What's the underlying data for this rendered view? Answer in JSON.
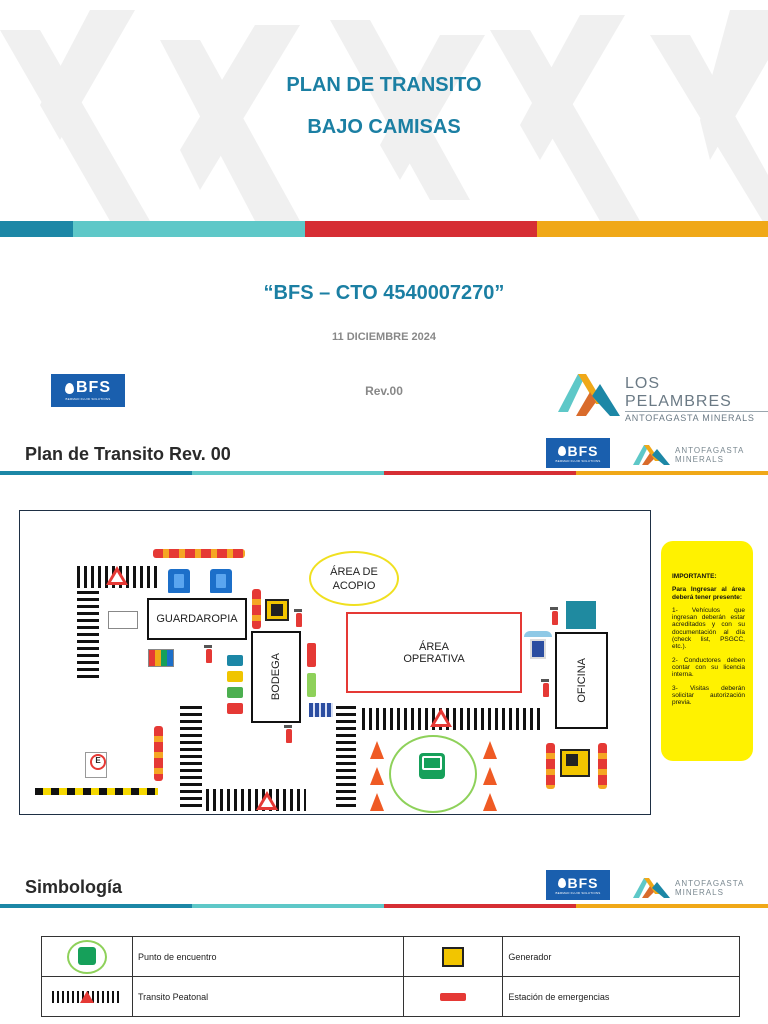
{
  "cover": {
    "title_line1": "PLAN DE TRANSITO",
    "title_line2": "BAJO CAMISAS",
    "project": "“BFS – CTO 4540007270”",
    "date": "11 DICIEMBRE 2024",
    "revision": "Rev.00"
  },
  "logos": {
    "bfs_name": "BFS",
    "bfs_sub": "BERMAD FLUID SOLUTIONS",
    "lp_name": "LOS PELAMBRES",
    "lp_sub": "ANTOFAGASTA MINERALS",
    "am_line1": "ANTOFAGASTA",
    "am_line2": "MINERALS"
  },
  "slide2": {
    "title": "Plan de Transito Rev. 00",
    "map": {
      "guardaropia": "GUARDAROPIA",
      "bodega": "BODEGA",
      "acopio": "ÁREA DE ACOPIO",
      "operativa": "ÁREA OPERATIVA",
      "oficina": "OFICINA"
    },
    "note": {
      "heading": "IMPORTANTE:",
      "intro": "Para Ingresar al área deberá tener presente:",
      "item1": "1- Vehículos que ingresan deberán estar acreditados y con su documentación al día (check list, PSGCC, etc.).",
      "item2": "2- Conductores deben contar con su licencia interna.",
      "item3": "3- Visitas deberán solicitar autorización previa."
    }
  },
  "slide3": {
    "title": "Simbología",
    "rows": [
      {
        "left_label": "Punto de encuentro",
        "right_label": "Generador"
      },
      {
        "left_label": "Transito Peatonal",
        "right_label": "Estación de emergencias"
      }
    ]
  },
  "colors": {
    "brand_teal": "#1b7fa3",
    "band_teal_dark": "#1c87a6",
    "band_teal_light": "#5ec8c8",
    "band_red": "#d62e34",
    "band_yellow": "#f0a818",
    "note_yellow": "#fff200"
  },
  "icons": [
    "bfs-logo",
    "los-pelambres-logo",
    "antofagasta-logo",
    "warning-triangle-icon",
    "toilet-icon",
    "generator-icon",
    "extinguisher-icon",
    "traffic-cone-icon",
    "meeting-point-icon",
    "emergency-station-icon",
    "parking-sign-icon"
  ]
}
